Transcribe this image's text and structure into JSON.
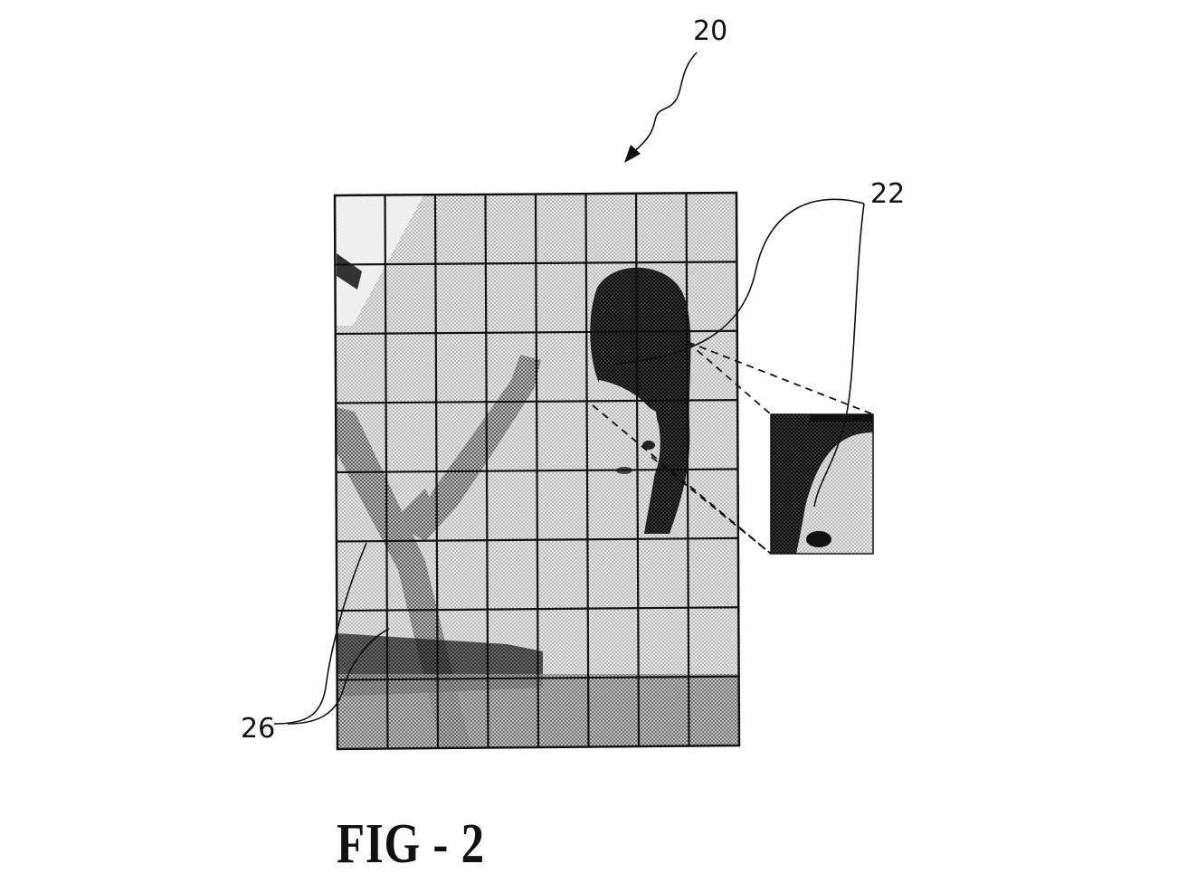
{
  "figure": {
    "caption": "FIG - 2",
    "reference_numerals": {
      "image": "20",
      "enlarged_block": "22",
      "grid_blocks": "26"
    }
  },
  "colors": {
    "ink": "#111111",
    "background": "#ffffff",
    "photo_light": "#d2d2d2",
    "photo_mid": "#9a9a9a",
    "photo_dark": "#2a2a2a"
  },
  "grid": {
    "columns": 8,
    "rows": 8
  }
}
